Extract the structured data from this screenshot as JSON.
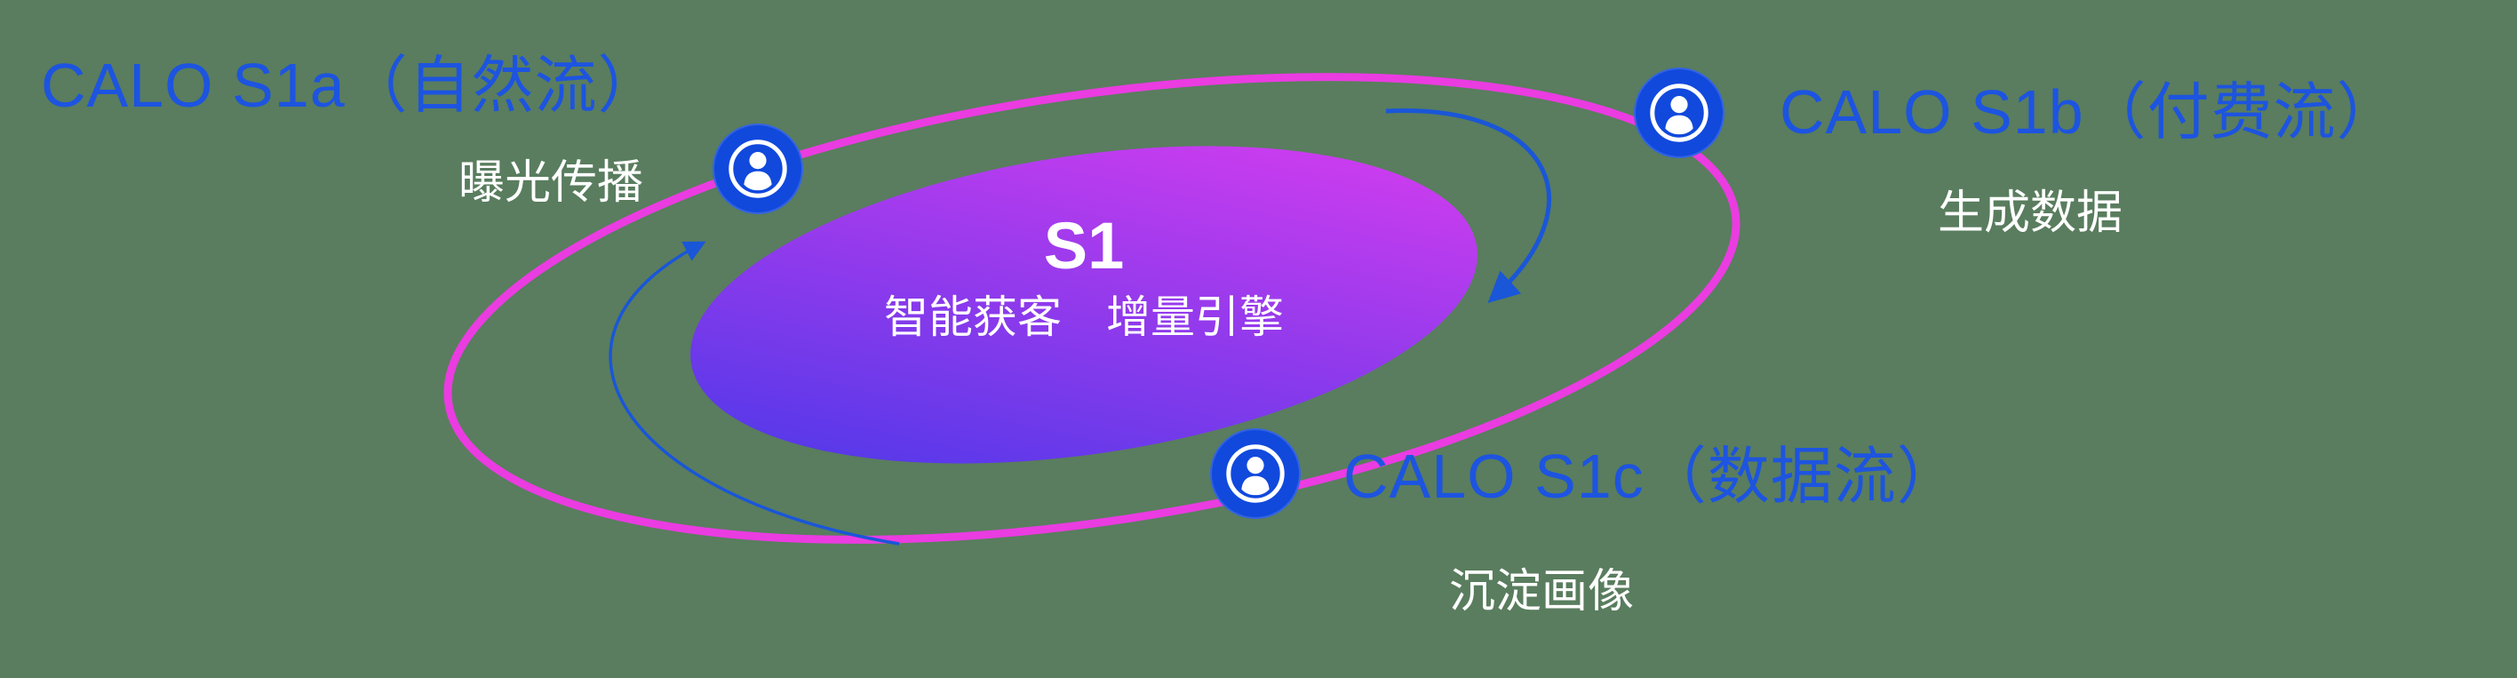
{
  "background_color": "#597d5e",
  "colors": {
    "label_blue": "#1d54e0",
    "arrow_blue": "#1a56d8",
    "ring_magenta": "#ea3ce1",
    "core_gradient_start": "#4338e8",
    "core_gradient_end": "#e03df0",
    "icon_blue": "#1149dd",
    "subtitle_white": "#ffffff"
  },
  "center": {
    "title": "S1",
    "subtitle": "智能获客　增量引擎"
  },
  "nodes": [
    {
      "id": "s1a",
      "label": "CALO S1a（自然流）",
      "subtitle": "曝光传播",
      "icon": "user-badge-icon"
    },
    {
      "id": "s1b",
      "label": "CALO S1b（付费流）",
      "subtitle": "生成数据",
      "icon": "user-badge-icon"
    },
    {
      "id": "s1c",
      "label": "CALO S1c（数据流）",
      "subtitle": "沉淀画像",
      "icon": "user-badge-icon"
    }
  ]
}
